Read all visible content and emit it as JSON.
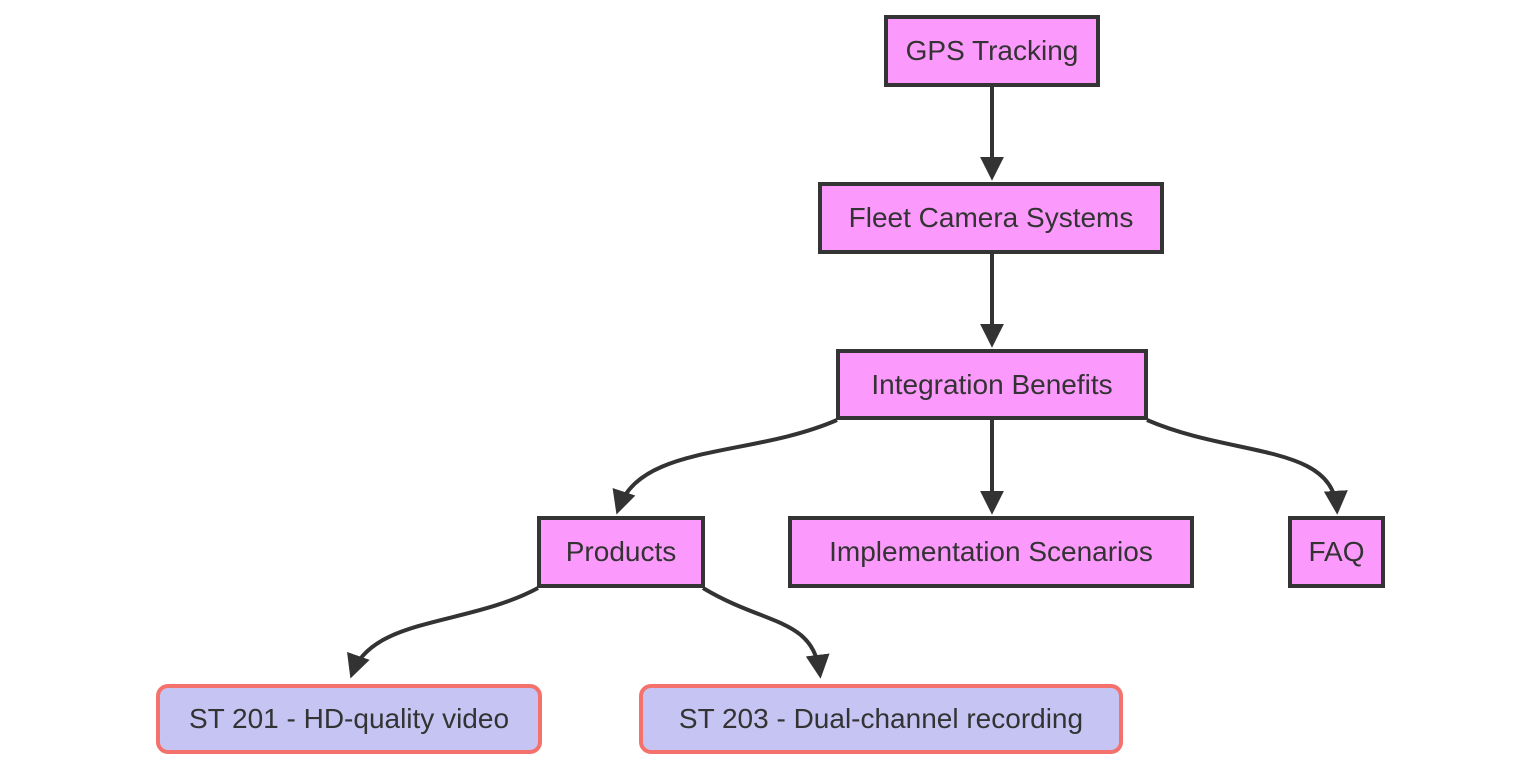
{
  "diagram": {
    "type": "flowchart",
    "direction": "top-down",
    "background": "#ffffff",
    "nodes": [
      {
        "id": "gps",
        "label": "GPS Tracking",
        "shape": "rectangle",
        "style": "pink"
      },
      {
        "id": "fleet",
        "label": "Fleet Camera Systems",
        "shape": "rectangle",
        "style": "pink"
      },
      {
        "id": "integration",
        "label": "Integration Benefits",
        "shape": "rectangle",
        "style": "pink"
      },
      {
        "id": "products",
        "label": "Products",
        "shape": "rectangle",
        "style": "pink"
      },
      {
        "id": "implementation",
        "label": "Implementation Scenarios",
        "shape": "rectangle",
        "style": "pink"
      },
      {
        "id": "faq",
        "label": "FAQ",
        "shape": "rectangle",
        "style": "pink"
      },
      {
        "id": "st201",
        "label": "ST 201 - HD-quality video",
        "shape": "rounded-rectangle",
        "style": "lavender"
      },
      {
        "id": "st203",
        "label": "ST 203 - Dual-channel recording",
        "shape": "rounded-rectangle",
        "style": "lavender"
      }
    ],
    "edges": [
      {
        "from": "GPS Tracking",
        "to": "Fleet Camera Systems"
      },
      {
        "from": "Fleet Camera Systems",
        "to": "Integration Benefits"
      },
      {
        "from": "Integration Benefits",
        "to": "Products"
      },
      {
        "from": "Integration Benefits",
        "to": "Implementation Scenarios"
      },
      {
        "from": "Integration Benefits",
        "to": "FAQ"
      },
      {
        "from": "Products",
        "to": "ST 201 - HD-quality video"
      },
      {
        "from": "Products",
        "to": "ST 203 - Dual-channel recording"
      }
    ],
    "colors": {
      "node_fill": "#fc99fc",
      "node_border": "#343434",
      "leaf_fill": "#c6c4f2",
      "leaf_border": "#f4726b",
      "edge": "#333333",
      "text": "#333333"
    }
  }
}
